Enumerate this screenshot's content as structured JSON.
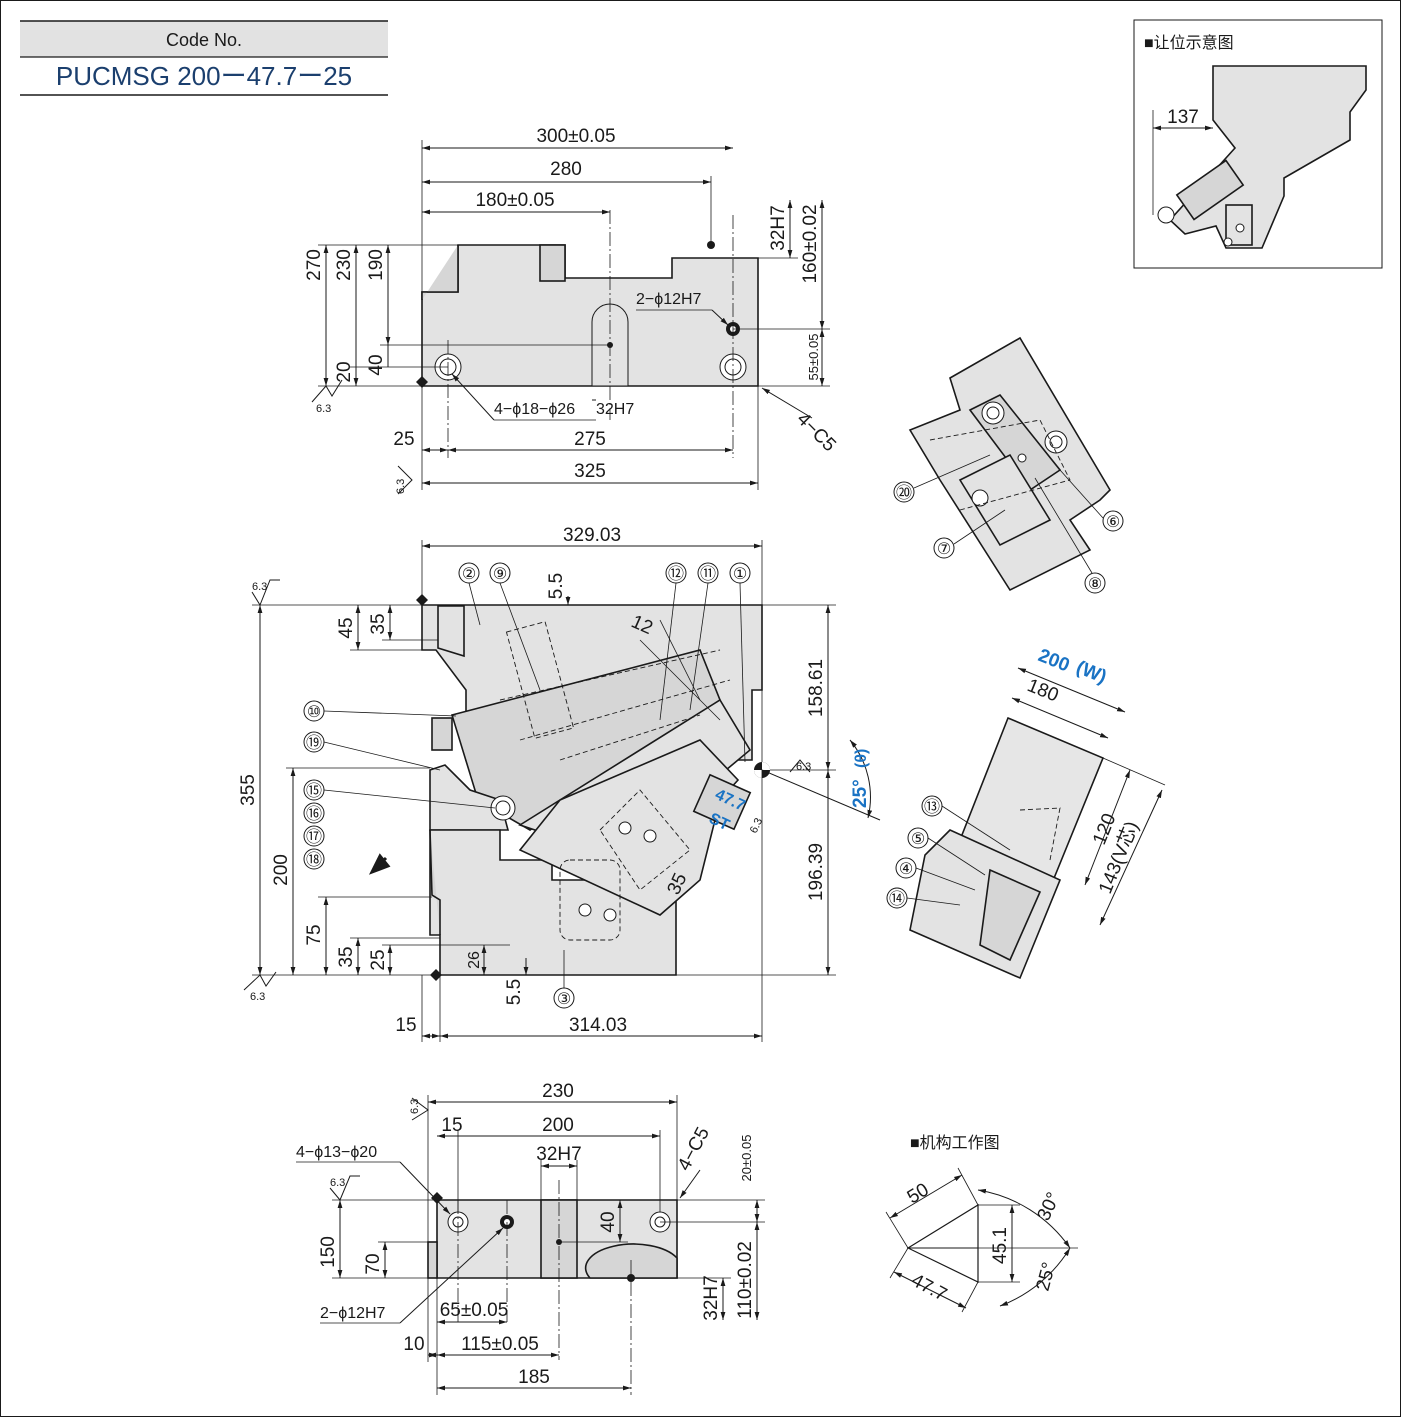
{
  "code_box": {
    "header": "Code No.",
    "code": "PUCMSG 200ー47.7ー25"
  },
  "inset_clearance": {
    "title": "■让位示意图",
    "dim": "137"
  },
  "inset_mechanism": {
    "title": "■机构工作图",
    "dims": [
      "50",
      "45.1",
      "47.7",
      "30°",
      "25°"
    ]
  },
  "top_view": {
    "dims_top": [
      "300±0.05",
      "280",
      "180±0.05"
    ],
    "dims_left": [
      "270",
      "230",
      "190",
      "40",
      "20"
    ],
    "dims_right": [
      "32H7",
      "160±0.02",
      "55±0.05"
    ],
    "labels": [
      "2−ϕ12H7",
      "4−ϕ18−ϕ26",
      "32H7",
      "4−C5"
    ],
    "dims_bottom": [
      "25",
      "275",
      "325"
    ],
    "roughness": [
      "6.3",
      "6.3"
    ]
  },
  "front_view": {
    "dims_top": [
      "329.03",
      "5.5",
      "12"
    ],
    "dims_left": [
      "355",
      "45",
      "35",
      "200",
      "75",
      "35",
      "25",
      "26",
      "5.5"
    ],
    "dims_right": [
      "158.61",
      "196.39",
      "35"
    ],
    "dims_bottom": [
      "15",
      "314.03"
    ],
    "roughness": [
      "6.3",
      "6.3",
      "6.3",
      "6.3"
    ],
    "stroke_value": "47.7",
    "stroke_label": "ST",
    "angle_value": "25°",
    "angle_symbol": "(θ)",
    "balloons": [
      "②",
      "⑨",
      "⑫",
      "⑪",
      "①",
      "⑩",
      "⑲",
      "⑮",
      "⑯",
      "⑰",
      "⑱",
      "③"
    ]
  },
  "exploded_view": {
    "balloons": [
      "⑳",
      "⑦",
      "⑥",
      "⑧"
    ]
  },
  "side_view": {
    "width_value": "200",
    "width_label": "(W)",
    "dims": [
      "180",
      "120",
      "143(V芯)"
    ],
    "balloons": [
      "⑬",
      "⑤",
      "④",
      "⑭"
    ]
  },
  "bottom_view": {
    "dims_top": [
      "230",
      "15",
      "200",
      "32H7",
      "4−C5"
    ],
    "labels": [
      "4−ϕ13−ϕ20",
      "2−ϕ12H7"
    ],
    "dims_left": [
      "150",
      "70",
      "40"
    ],
    "dims_right": [
      "20±0.05",
      "32H7",
      "110±0.02"
    ],
    "dims_bottom": [
      "65±0.05",
      "10",
      "115±0.05",
      "185"
    ],
    "roughness": [
      "6.3",
      "6.3"
    ]
  }
}
